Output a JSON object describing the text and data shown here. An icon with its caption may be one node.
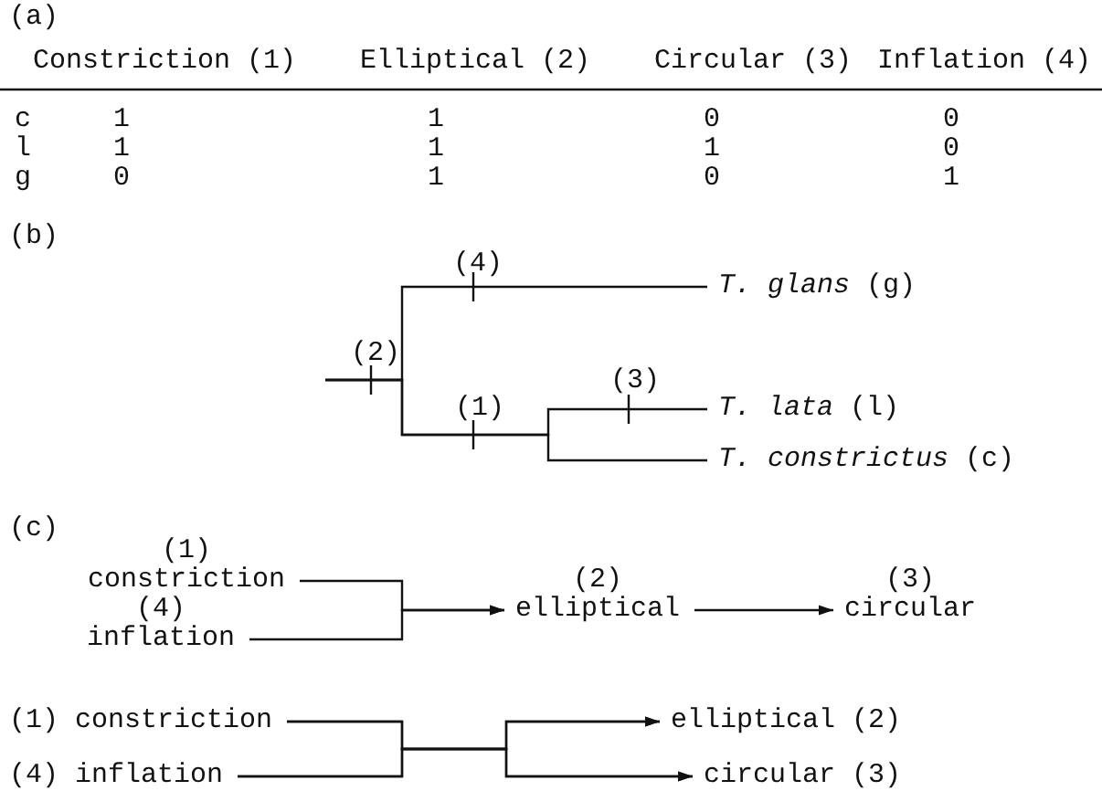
{
  "diagram": {
    "nodes": [
      {
        "text": [
          "*T. glans* (g)"
        ]
      },
      {
        "text": [
          "*T. lata* (l)"
        ]
      },
      {
        "text": [
          "*T. constrictus* (c)"
        ]
      },
      {
        "text": [
          "constriction"
        ],
        "beside": [
          "(1)"
        ]
      },
      {
        "text": [
          "inflation"
        ],
        "beside": [
          "(4)"
        ]
      },
      {
        "text": [
          "elliptical"
        ],
        "beside": [
          "(2)"
        ]
      },
      {
        "text": [
          "circular"
        ],
        "beside": [
          "(3)"
        ]
      },
      {
        "text": [
          "(1) constriction"
        ]
      },
      {
        "text": [
          "(4) inflation"
        ]
      },
      {
        "text": [
          "elliptical (2)"
        ]
      },
      {
        "text": [
          "circular (3)"
        ]
      }
    ],
    "edges": [
      {
        "from": null,
        "to": 0,
        "arrow": "none"
      },
      {
        "from": null,
        "to": 1,
        "arrow": "none"
      },
      {
        "from": null,
        "to": 2,
        "arrow": "none"
      },
      {
        "from": 3,
        "to": 5,
        "arrow": "to"
      },
      {
        "from": 4,
        "to": 5,
        "arrow": "to"
      },
      {
        "from": 5,
        "to": 6,
        "arrow": "to"
      },
      {
        "from": 7,
        "to": 9,
        "arrow": "to"
      },
      {
        "from": 7,
        "to": 10,
        "arrow": "to"
      },
      {
        "from": 8,
        "to": 9,
        "arrow": "to"
      },
      {
        "from": 8,
        "to": 10,
        "arrow": "to"
      }
    ],
    "labels": [
      "(a)",
      "Constriction (1)",
      "Elliptical (2)",
      "Circular (3)",
      "Inflation (4)",
      "c",
      "1",
      "1",
      "0",
      "0",
      "l",
      "1",
      "1",
      "1",
      "0",
      "g",
      "0",
      "1",
      "0",
      "1",
      "(b)",
      "(4)",
      "(2)",
      "(3)",
      "(1)",
      "(c)"
    ]
  }
}
